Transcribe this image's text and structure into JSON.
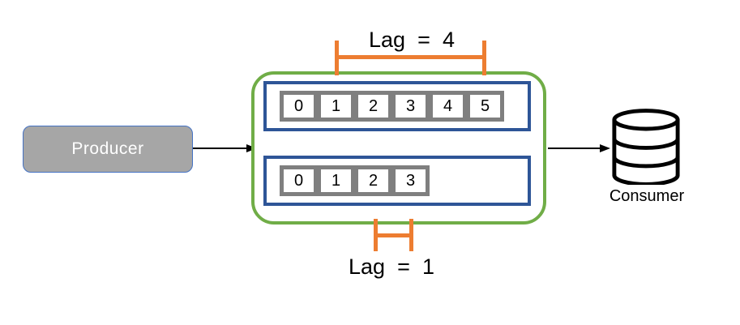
{
  "colors": {
    "orange": "#ED7D31",
    "green": "#70AD47",
    "navy": "#2E5597",
    "cell_gray": "#7F7F7F",
    "producer_fill": "#A6A6A6",
    "producer_border": "#4472C4",
    "arrow_black": "#000000"
  },
  "producer": {
    "label": "Producer"
  },
  "consumer": {
    "label": "Consumer",
    "icon": "database-cylinder-icon"
  },
  "broker": {
    "partitions": [
      {
        "id": "partition-0",
        "cells": [
          "0",
          "1",
          "2",
          "3",
          "4",
          "5"
        ]
      },
      {
        "id": "partition-1",
        "cells": [
          "0",
          "1",
          "2",
          "3"
        ]
      }
    ]
  },
  "annotations": {
    "lag_top": {
      "label": "Lag = 4"
    },
    "lag_bottom": {
      "label": "Lag = 1"
    }
  }
}
